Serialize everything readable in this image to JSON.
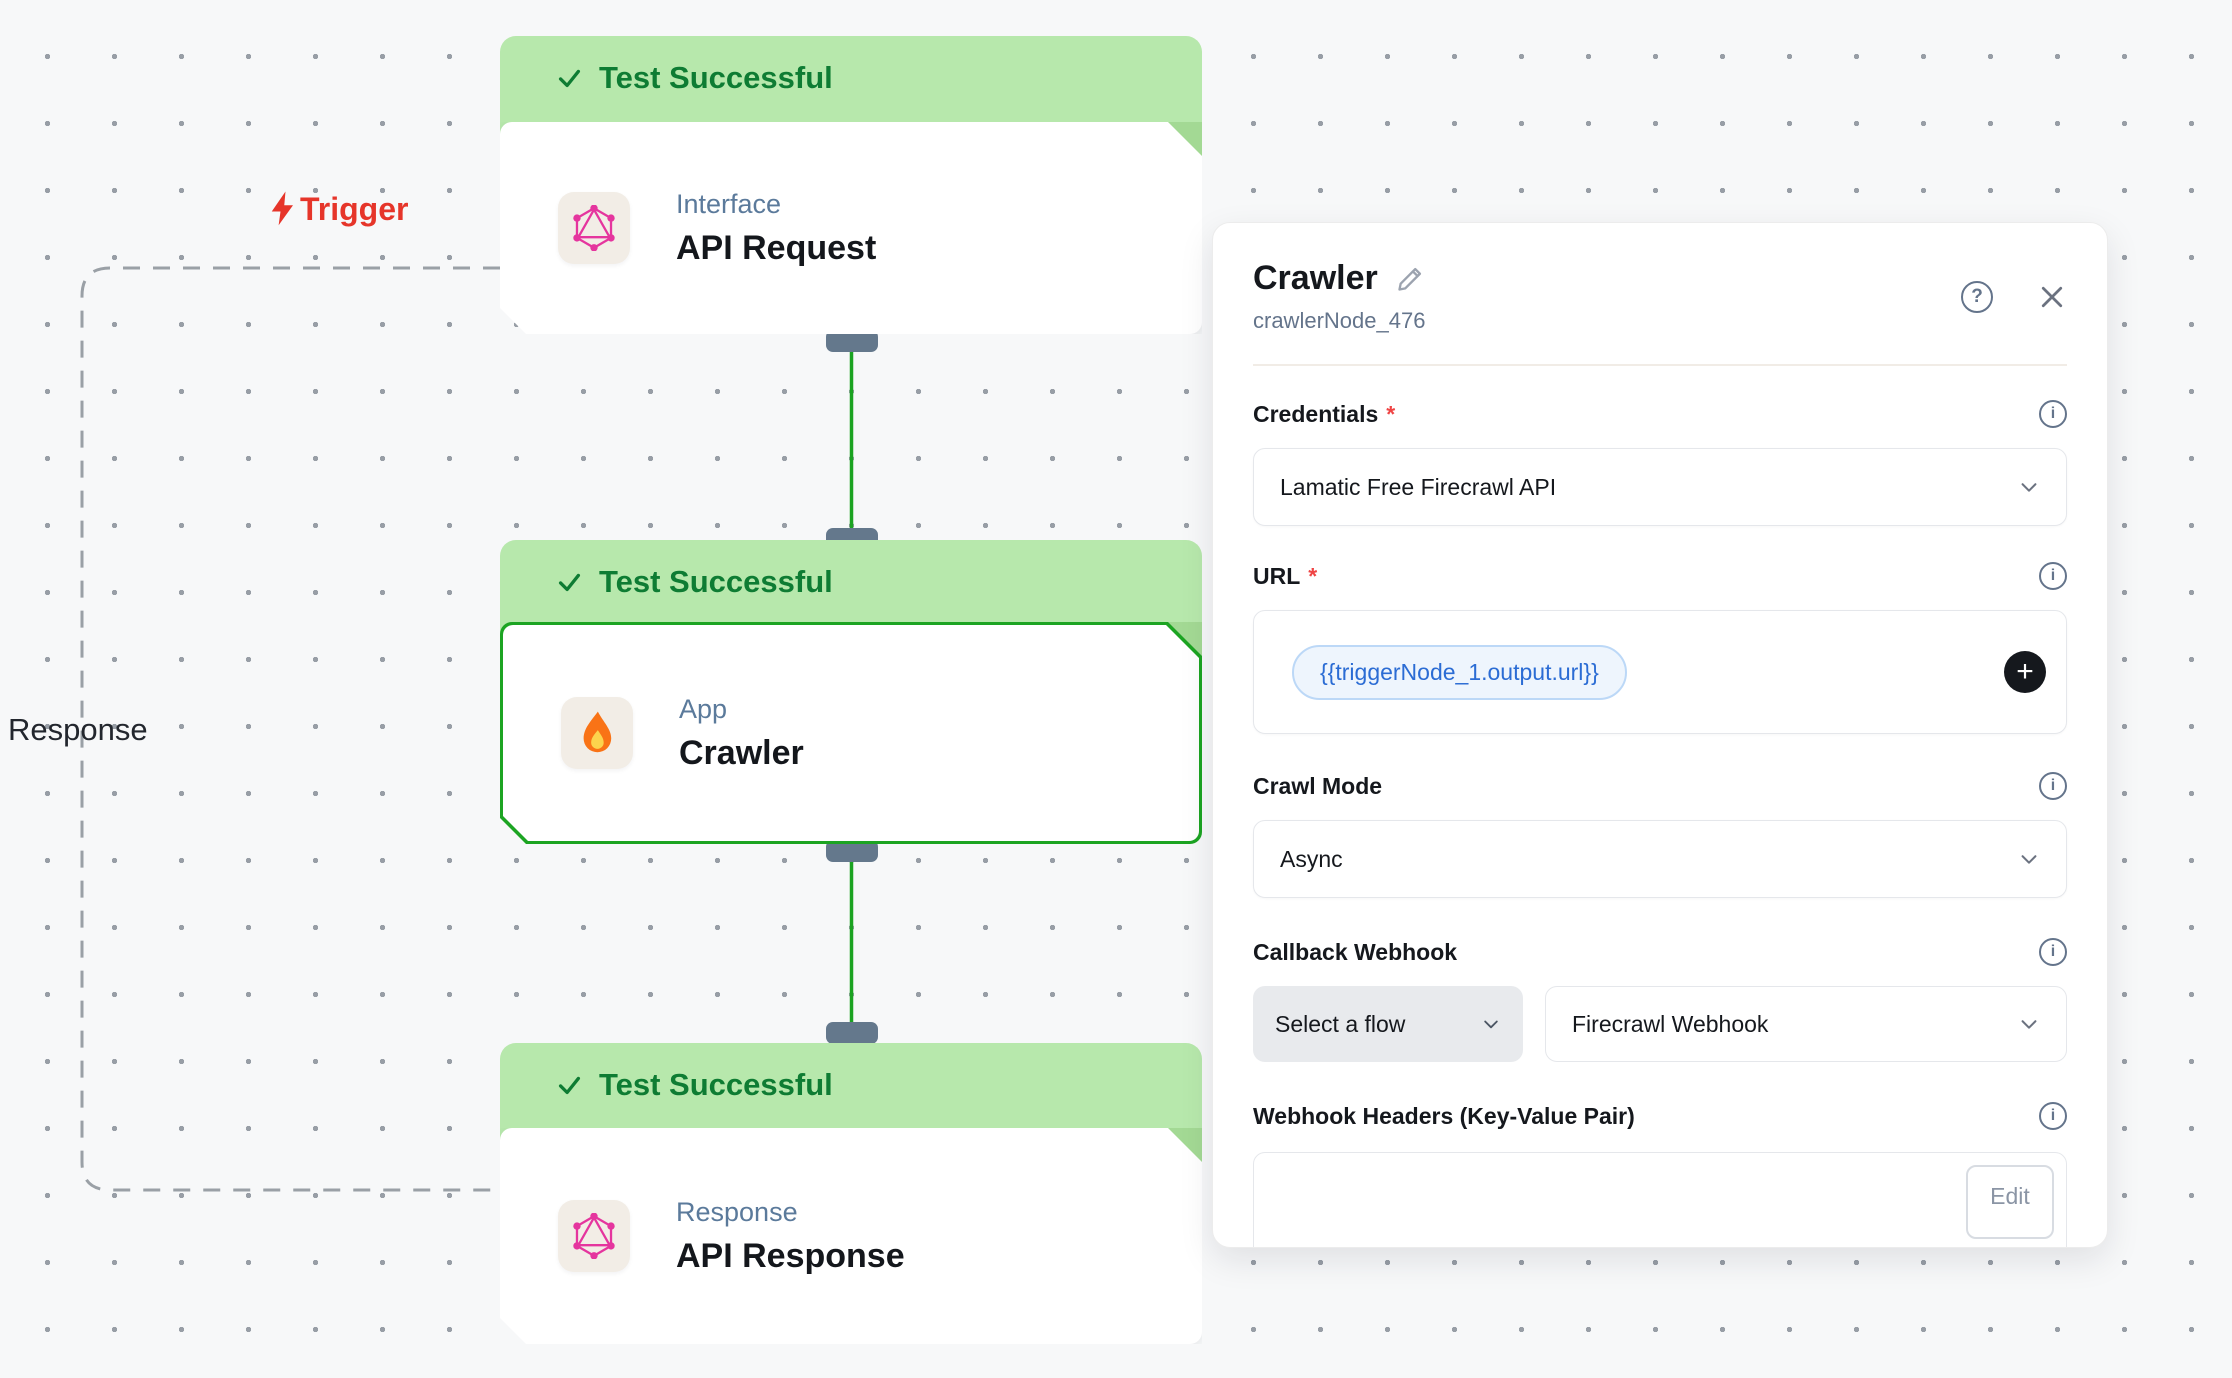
{
  "canvas": {
    "trigger_label": "Trigger",
    "response_label": "Response",
    "nodes": [
      {
        "status": "Test Successful",
        "type": "Interface",
        "title": "API Request",
        "icon": "graphql-icon"
      },
      {
        "status": "Test Successful",
        "type": "App",
        "title": "Crawler",
        "icon": "fire-icon",
        "selected": true
      },
      {
        "status": "Test Successful",
        "type": "Response",
        "title": "API Response",
        "icon": "graphql-icon"
      }
    ]
  },
  "panel": {
    "title": "Crawler",
    "node_id": "crawlerNode_476",
    "required_mark": "*",
    "credentials": {
      "label": "Credentials",
      "value": "Lamatic Free Firecrawl API"
    },
    "url": {
      "label": "URL",
      "token": "{{triggerNode_1.output.url}}"
    },
    "crawl_mode": {
      "label": "Crawl Mode",
      "value": "Async"
    },
    "callback_webhook": {
      "label": "Callback Webhook",
      "flow_select": "Select a flow",
      "value": "Firecrawl Webhook"
    },
    "webhook_headers": {
      "label": "Webhook Headers (Key-Value Pair)",
      "edit_label": "Edit"
    }
  },
  "icons": {
    "help": "?",
    "info": "i",
    "close": "✕",
    "plus": "+"
  },
  "colors": {
    "canvas_bg": "#f7f8f9",
    "success_banner_bg": "#b7e8ac",
    "success_text": "#0e7c33",
    "selected_border_green": "#1ca422",
    "edge_green": "#1ba321",
    "handle_slate": "#64788c",
    "trigger_red": "#e6352a",
    "node_type_blue": "#5b7a9b",
    "dashed_gray": "#9aa0a6",
    "token_blue": "#2b6cd4",
    "token_bg": "#eef5fd",
    "graphql_pink": "#e5359e",
    "flame_orange": "#f97316"
  }
}
